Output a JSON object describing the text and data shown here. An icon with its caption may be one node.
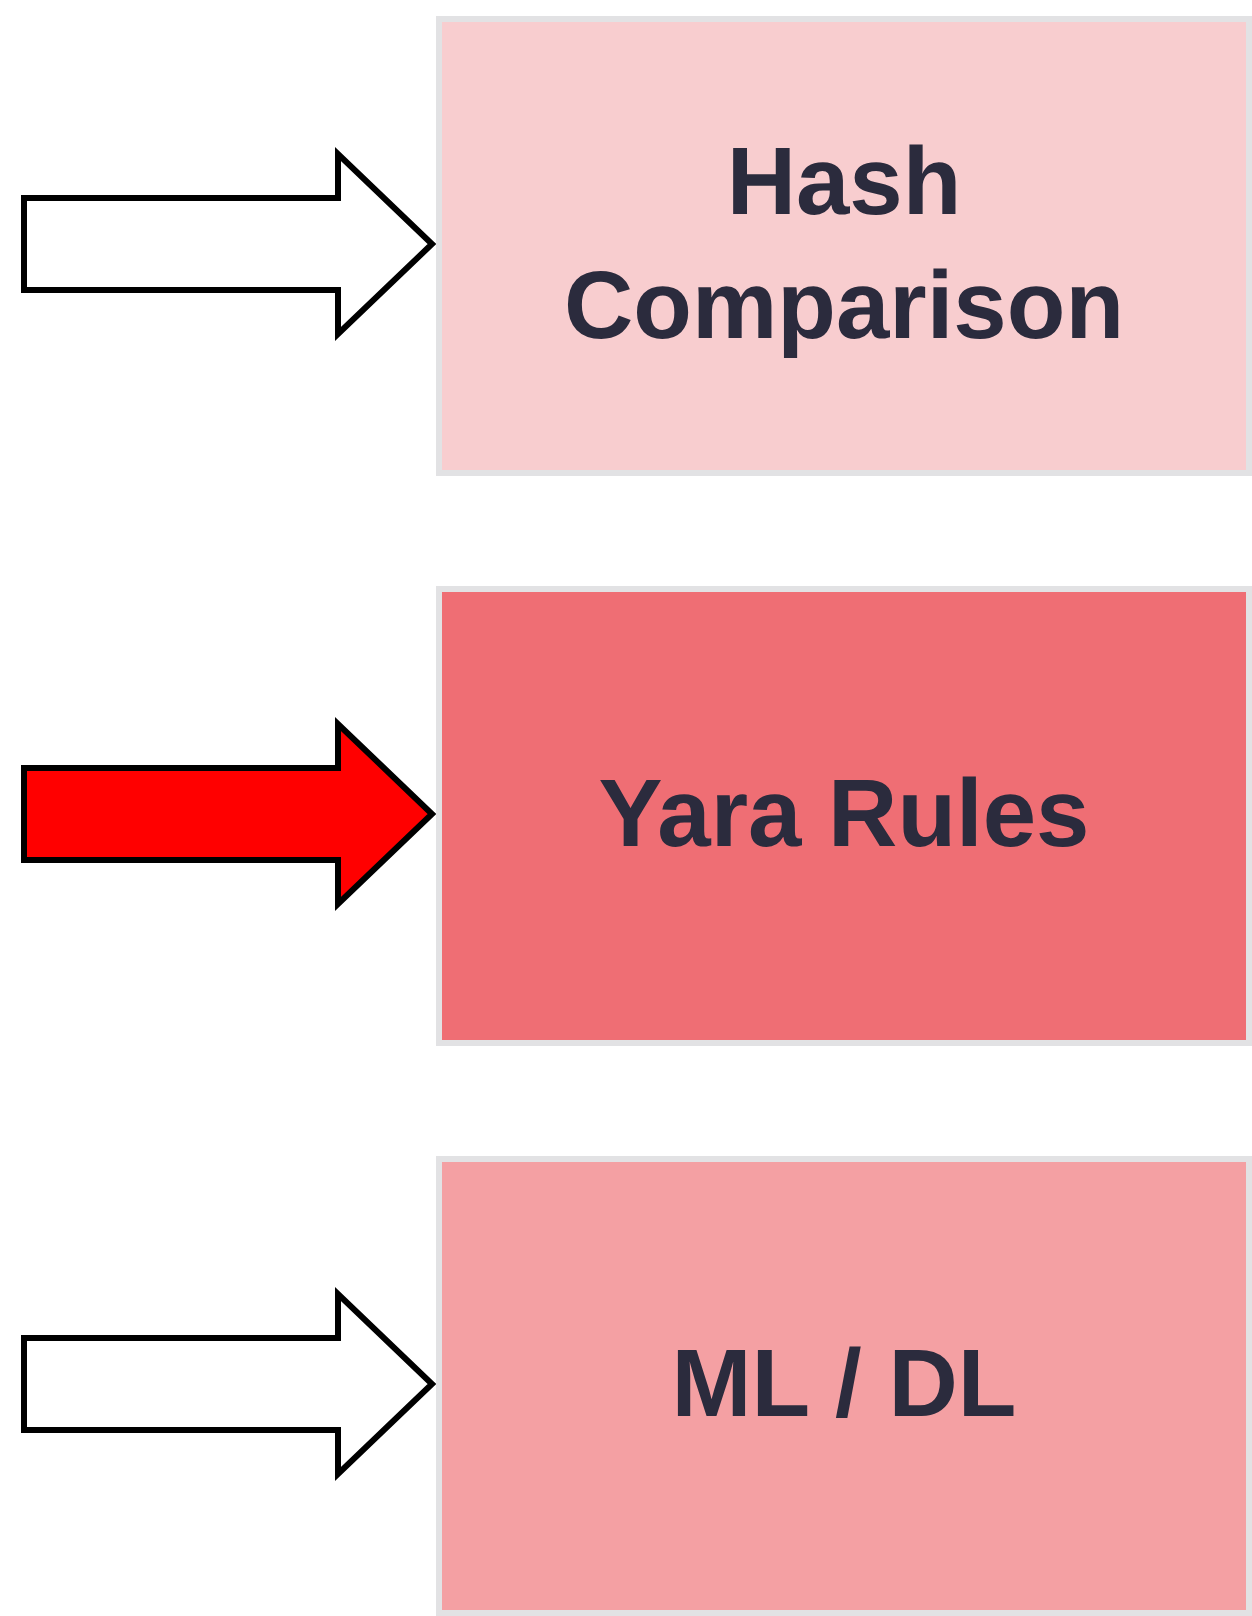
{
  "diagram": {
    "nodes": [
      {
        "text": [
          "Hash Comparison"
        ]
      },
      {
        "text": [
          "Yara Rules"
        ]
      },
      {
        "text": [
          "ML / DL"
        ]
      }
    ],
    "edges": [
      {
        "from": null,
        "to": 0,
        "arrow": "to"
      },
      {
        "from": null,
        "to": 1,
        "arrow": "to",
        "color": "#ff0000"
      },
      {
        "from": null,
        "to": 2,
        "arrow": "to"
      }
    ]
  }
}
